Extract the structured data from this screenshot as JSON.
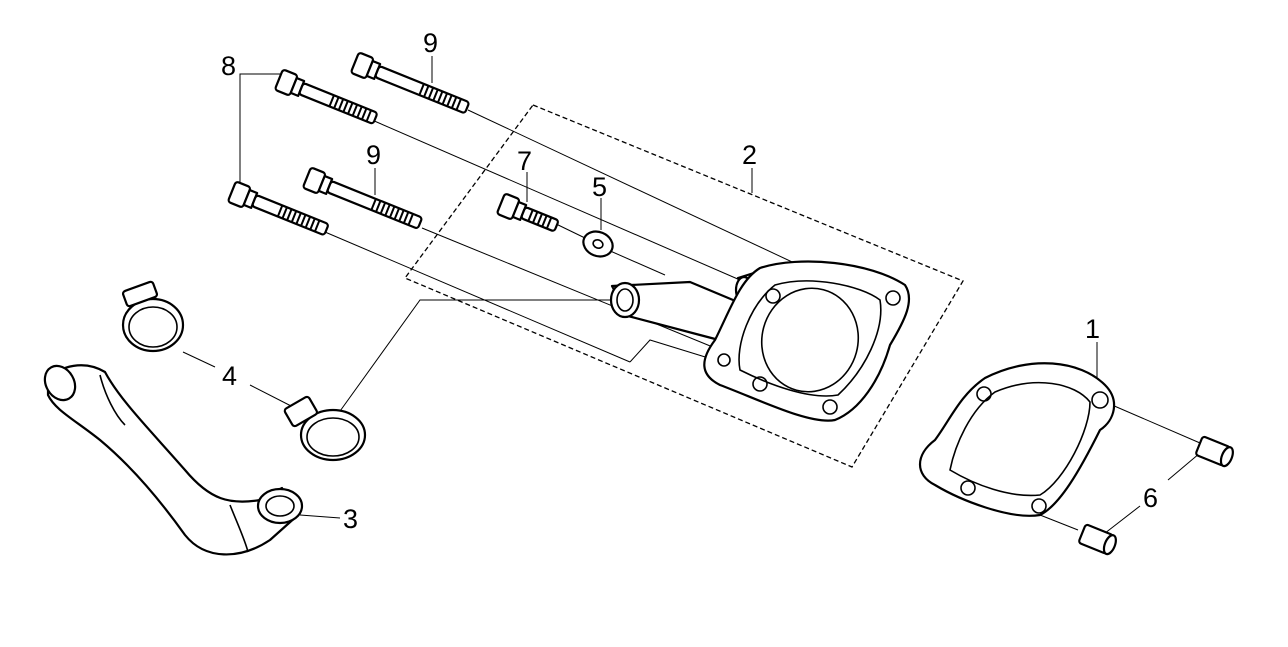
{
  "callouts": {
    "c1": "1",
    "c2": "2",
    "c3": "3",
    "c4": "4",
    "c5": "5",
    "c6": "6",
    "c7": "7",
    "c8": "8",
    "c9a": "9",
    "c9b": "9"
  }
}
